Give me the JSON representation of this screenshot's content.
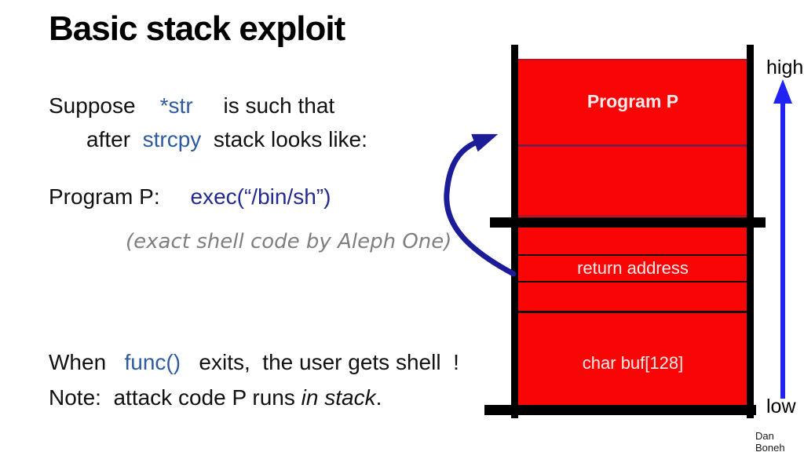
{
  "title": "Basic stack exploit",
  "text": {
    "suppose": {
      "pre": "Suppose    ",
      "code": "*str",
      "post": "     is such that"
    },
    "after": {
      "pre": "after  ",
      "code": "strcpy",
      "post": "  stack looks like:"
    },
    "program": {
      "pre": "Program P:     ",
      "code": "exec(“/bin/sh”)"
    },
    "shellcode_note": "(exact shell code by Aleph One)",
    "when": {
      "pre": "When   ",
      "code": "func()",
      "post": "   exits,  the user gets shell  !"
    },
    "note": {
      "pre": "Note:  attack code P runs ",
      "italic": "in stack",
      "post": "."
    },
    "credit": "Dan Boneh"
  },
  "diagram": {
    "cells": [
      {
        "label": "Program P"
      },
      {
        "label": ""
      },
      {
        "label": ""
      },
      {
        "label": "return address"
      },
      {
        "label": ""
      },
      {
        "label": "char buf[128]"
      }
    ],
    "high_label": "high",
    "low_label": "low",
    "colors": {
      "fill": "#f90505",
      "bar": "#000000",
      "divider_dark": "#7d1b45",
      "divider_black": "#111111",
      "label_text": "#f5eaea",
      "curved_arrow": "#1c1c99",
      "axis_arrow": "#2222f2",
      "code_blue": "#2e5b9e",
      "exec_navy": "#23298f",
      "note_gray": "#7f7f7f"
    }
  }
}
